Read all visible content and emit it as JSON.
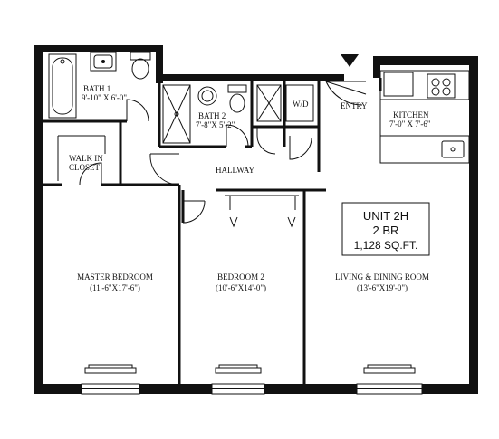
{
  "rooms": {
    "bath1": {
      "name": "BATH 1",
      "dims": "9'-10\" X 6'-0\""
    },
    "bath2": {
      "name": "BATH 2",
      "dims": "7'-8\"X 5'-2\""
    },
    "walk_in_closet": {
      "line1": "WALK IN",
      "line2": "CLOSET"
    },
    "wd": "W/D",
    "entry": "ENTRY",
    "kitchen": {
      "name": "KITCHEN",
      "dims": "7'-0\" X 7'-6\""
    },
    "hallway": "HALLWAY",
    "master_bedroom": {
      "name": "MASTER BEDROOM",
      "dims": "(11'-6\"X17'-6\")"
    },
    "bedroom2": {
      "name": "BEDROOM 2",
      "dims": "(10'-6\"X14'-0\")"
    },
    "living_dining": {
      "name": "LIVING & DINING ROOM",
      "dims": "(13'-6\"X19'-0\")"
    }
  },
  "unit_box": {
    "unit": "UNIT 2H",
    "bedrooms": "2 BR",
    "area": "1,128 SQ.FT."
  },
  "icons": [
    "entry-arrow-icon",
    "bathtub-icon",
    "toilet-icon",
    "sink-icon",
    "shower-icon",
    "stove-icon",
    "window-icon",
    "door-swing-icon"
  ]
}
